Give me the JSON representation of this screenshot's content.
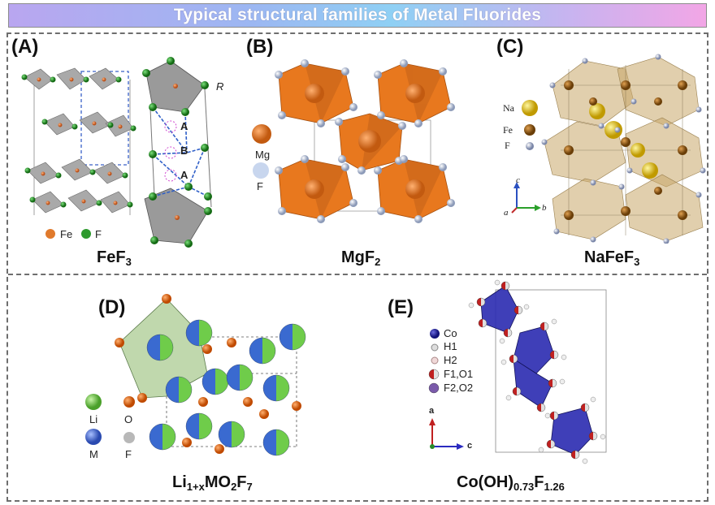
{
  "banner": {
    "title": "Typical structural families of  Metal Fluorides"
  },
  "panels": {
    "a": {
      "label": "(A)",
      "formula": {
        "main": "FeF",
        "sub1": "3"
      },
      "legend": [
        {
          "symbol": "Fe",
          "color": "#e07a2c"
        },
        {
          "symbol": "F",
          "color": "#2e9a2e"
        }
      ],
      "site_labels": [
        "A",
        "B",
        "A"
      ],
      "axis_label": "R"
    },
    "b": {
      "label": "(B)",
      "formula": {
        "main": "MgF",
        "sub1": "2"
      },
      "legend": [
        {
          "symbol": "Mg",
          "color": "#ee7a1e"
        },
        {
          "symbol": "F",
          "color": "#c8d6ee"
        }
      ]
    },
    "c": {
      "label": "(C)",
      "formula": {
        "main": "NaFeF",
        "sub1": "3"
      },
      "legend": [
        {
          "symbol": "Na",
          "color": "#e8c21c"
        },
        {
          "symbol": "Fe",
          "color": "#a8661a"
        },
        {
          "symbol": "F",
          "color": "#9aa8c8"
        }
      ],
      "axes": {
        "c": "c",
        "a": "a",
        "b": "b"
      }
    },
    "d": {
      "label": "(D)",
      "formula": {
        "pre": "Li",
        "sub1": "1+x",
        "mid": "MO",
        "sub2": "2",
        "mid2": "F",
        "sub3": "7"
      },
      "legend": [
        {
          "symbol": "Li",
          "color": "#7fd05a"
        },
        {
          "symbol": "O",
          "color": "#f07a20"
        },
        {
          "symbol": "M",
          "color": "#4d6fd0"
        },
        {
          "symbol": "F",
          "color": "#b8b8b8"
        }
      ]
    },
    "e": {
      "label": "(E)",
      "formula": {
        "main": "Co(OH)",
        "sub1": "0.73",
        "mid": "F",
        "sub2": "1.26"
      },
      "legend": [
        {
          "symbol": "Co",
          "color": "#2a2a9a"
        },
        {
          "symbol": "H1",
          "color": "#dddddd"
        },
        {
          "symbol": "H2",
          "color": "#f0d8d8"
        },
        {
          "symbol": "F1,O1",
          "color": "#c02020"
        },
        {
          "symbol": "F2,O2",
          "color": "#6a4a9a"
        }
      ],
      "axes": {
        "a": "a",
        "c": "c"
      }
    }
  }
}
